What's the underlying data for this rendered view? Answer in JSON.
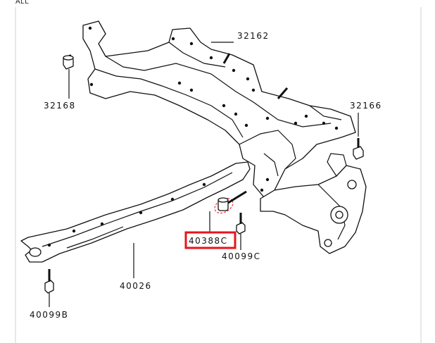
{
  "corner_label": "ALL",
  "callouts": {
    "c32162": "32162",
    "c32168": "32168",
    "c32166": "32166",
    "c40026": "40026",
    "c40388c": "40388C",
    "c40099c": "40099C",
    "c40099b": "40099B"
  },
  "colors": {
    "highlight": "#e8131b",
    "ink": "#111111"
  }
}
